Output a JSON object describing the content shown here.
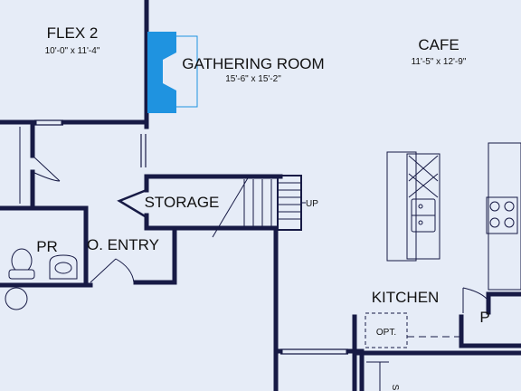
{
  "rooms": {
    "flex2": {
      "name": "FLEX 2",
      "size": "10'-0\" x 11'-4\""
    },
    "gathering": {
      "name": "GATHERING ROOM",
      "size": "15'-6\" x 15'-2\""
    },
    "cafe": {
      "name": "CAFE",
      "size": "11'-5\" x 12'-9\""
    },
    "storage": {
      "name": "STORAGE"
    },
    "powder": {
      "name": "PR"
    },
    "owners_entry": {
      "name": "O. ENTRY"
    },
    "kitchen": {
      "name": "KITCHEN"
    },
    "pantry": {
      "name": "P"
    }
  },
  "fixtures": {
    "stairs_up": "UP",
    "optional": "OPT.",
    "partial_label": "S"
  },
  "colors": {
    "background": "#e6ecf7",
    "wall": "#171a45",
    "fireplace": "#1f93e0"
  }
}
